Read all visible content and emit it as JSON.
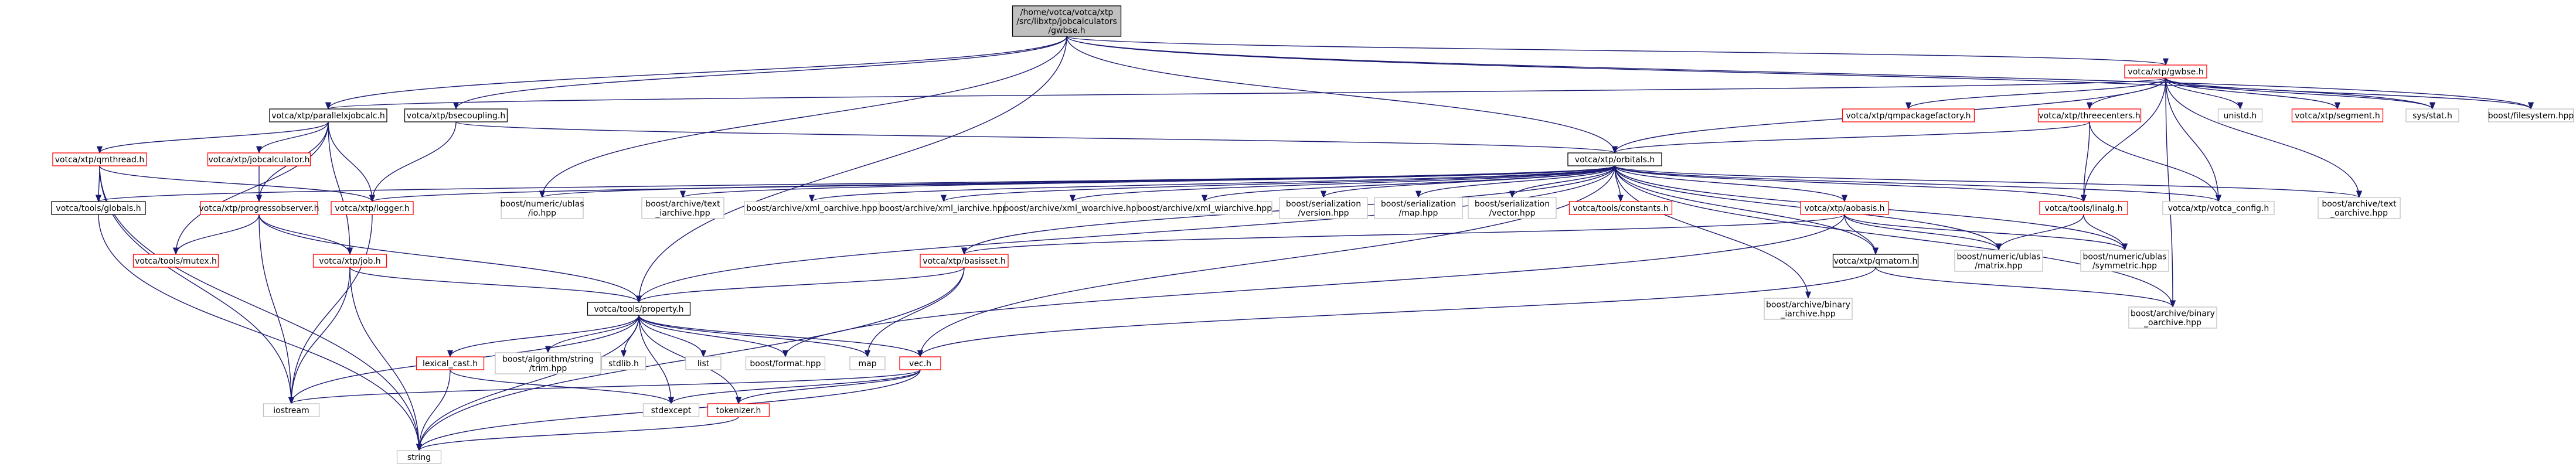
{
  "colors": {
    "edge": "#191970",
    "root_fill": "#bfbfbf",
    "root_border": "#000000",
    "black_border": "#000000",
    "red_border": "#ff0000",
    "grey_border": "#bfbfbf",
    "text": "#000000"
  },
  "nodes": [
    {
      "id": "root",
      "lines": [
        "/home/votca/votca/xtp",
        "/src/libxtp/jobcalculators",
        "/gwbse.h"
      ],
      "style": "root"
    },
    {
      "id": "gwbse_h",
      "lines": [
        "votca/xtp/gwbse.h"
      ],
      "style": "red"
    },
    {
      "id": "parallelxjobcalc",
      "lines": [
        "votca/xtp/parallelxjobcalc.h"
      ],
      "style": "black"
    },
    {
      "id": "bsecoupling",
      "lines": [
        "votca/xtp/bsecoupling.h"
      ],
      "style": "black"
    },
    {
      "id": "qmpackagefactory",
      "lines": [
        "votca/xtp/qmpackagefactory.h"
      ],
      "style": "red"
    },
    {
      "id": "threecenters",
      "lines": [
        "votca/xtp/threecenters.h"
      ],
      "style": "red"
    },
    {
      "id": "unistd",
      "lines": [
        "unistd.h"
      ],
      "style": "grey"
    },
    {
      "id": "segment",
      "lines": [
        "votca/xtp/segment.h"
      ],
      "style": "red"
    },
    {
      "id": "sysstat",
      "lines": [
        "sys/stat.h"
      ],
      "style": "grey"
    },
    {
      "id": "filesystem",
      "lines": [
        "boost/filesystem.hpp"
      ],
      "style": "grey"
    },
    {
      "id": "qmthread",
      "lines": [
        "votca/xtp/qmthread.h"
      ],
      "style": "red"
    },
    {
      "id": "jobcalculator",
      "lines": [
        "votca/xtp/jobcalculator.h"
      ],
      "style": "red"
    },
    {
      "id": "orbitals",
      "lines": [
        "votca/xtp/orbitals.h"
      ],
      "style": "black"
    },
    {
      "id": "globals",
      "lines": [
        "votca/tools/globals.h"
      ],
      "style": "black"
    },
    {
      "id": "progressobserver",
      "lines": [
        "votca/xtp/progressobserver.h"
      ],
      "style": "red"
    },
    {
      "id": "logger",
      "lines": [
        "votca/xtp/logger.h"
      ],
      "style": "red"
    },
    {
      "id": "ublas_io",
      "lines": [
        "boost/numeric/ublas",
        "/io.hpp"
      ],
      "style": "grey"
    },
    {
      "id": "text_iarchive",
      "lines": [
        "boost/archive/text",
        "_iarchive.hpp"
      ],
      "style": "grey"
    },
    {
      "id": "xml_oarchive",
      "lines": [
        "boost/archive/xml_oarchive.hpp"
      ],
      "style": "grey"
    },
    {
      "id": "xml_iarchive",
      "lines": [
        "boost/archive/xml_iarchive.hpp"
      ],
      "style": "grey"
    },
    {
      "id": "xml_woarchive",
      "lines": [
        "boost/archive/xml_woarchive.hpp"
      ],
      "style": "grey"
    },
    {
      "id": "xml_wiarchive",
      "lines": [
        "boost/archive/xml_wiarchive.hpp"
      ],
      "style": "grey"
    },
    {
      "id": "ser_version",
      "lines": [
        "boost/serialization",
        "/version.hpp"
      ],
      "style": "grey"
    },
    {
      "id": "ser_map",
      "lines": [
        "boost/serialization",
        "/map.hpp"
      ],
      "style": "grey"
    },
    {
      "id": "ser_vector",
      "lines": [
        "boost/serialization",
        "/vector.hpp"
      ],
      "style": "grey"
    },
    {
      "id": "constants",
      "lines": [
        "votca/tools/constants.h"
      ],
      "style": "red"
    },
    {
      "id": "aobasis",
      "lines": [
        "votca/xtp/aobasis.h"
      ],
      "style": "red"
    },
    {
      "id": "linalg",
      "lines": [
        "votca/tools/linalg.h"
      ],
      "style": "red"
    },
    {
      "id": "votca_config",
      "lines": [
        "votca/xtp/votca_config.h"
      ],
      "style": "grey"
    },
    {
      "id": "text_oarchive",
      "lines": [
        "boost/archive/text",
        "_oarchive.hpp"
      ],
      "style": "grey"
    },
    {
      "id": "mutex",
      "lines": [
        "votca/tools/mutex.h"
      ],
      "style": "red"
    },
    {
      "id": "qmjob",
      "lines": [
        "votca/xtp/job.h"
      ],
      "style": "red"
    },
    {
      "id": "basisset",
      "lines": [
        "votca/xtp/basisset.h"
      ],
      "style": "red"
    },
    {
      "id": "qmatom",
      "lines": [
        "votca/xtp/qmatom.h"
      ],
      "style": "black"
    },
    {
      "id": "ublas_matrix",
      "lines": [
        "boost/numeric/ublas",
        "/matrix.hpp"
      ],
      "style": "grey"
    },
    {
      "id": "ublas_symmetric",
      "lines": [
        "boost/numeric/ublas",
        "/symmetric.hpp"
      ],
      "style": "grey"
    },
    {
      "id": "property",
      "lines": [
        "votca/tools/property.h"
      ],
      "style": "black"
    },
    {
      "id": "binary_iarchive",
      "lines": [
        "boost/archive/binary",
        "_iarchive.hpp"
      ],
      "style": "grey"
    },
    {
      "id": "binary_oarchive",
      "lines": [
        "boost/archive/binary",
        "_oarchive.hpp"
      ],
      "style": "grey"
    },
    {
      "id": "lexical_cast",
      "lines": [
        "lexical_cast.h"
      ],
      "style": "red"
    },
    {
      "id": "trim",
      "lines": [
        "boost/algorithm/string",
        "/trim.hpp"
      ],
      "style": "grey"
    },
    {
      "id": "stdlib",
      "lines": [
        "stdlib.h"
      ],
      "style": "grey"
    },
    {
      "id": "list",
      "lines": [
        "list"
      ],
      "style": "grey"
    },
    {
      "id": "format",
      "lines": [
        "boost/format.hpp"
      ],
      "style": "grey"
    },
    {
      "id": "map",
      "lines": [
        "map"
      ],
      "style": "grey"
    },
    {
      "id": "vec",
      "lines": [
        "vec.h"
      ],
      "style": "red"
    },
    {
      "id": "iostream",
      "lines": [
        "iostream"
      ],
      "style": "grey"
    },
    {
      "id": "stdexcept",
      "lines": [
        "stdexcept"
      ],
      "style": "grey"
    },
    {
      "id": "tokenizer",
      "lines": [
        "tokenizer.h"
      ],
      "style": "red"
    },
    {
      "id": "string",
      "lines": [
        "string"
      ],
      "style": "grey"
    }
  ],
  "edges": [
    [
      "root",
      "gwbse_h"
    ],
    [
      "root",
      "parallelxjobcalc"
    ],
    [
      "root",
      "bsecoupling"
    ],
    [
      "root",
      "orbitals"
    ],
    [
      "root",
      "property"
    ],
    [
      "root",
      "ublas_io"
    ],
    [
      "root",
      "sysstat"
    ],
    [
      "root",
      "filesystem"
    ],
    [
      "gwbse_h",
      "parallelxjobcalc"
    ],
    [
      "gwbse_h",
      "qmpackagefactory"
    ],
    [
      "gwbse_h",
      "threecenters"
    ],
    [
      "gwbse_h",
      "unistd"
    ],
    [
      "gwbse_h",
      "segment"
    ],
    [
      "gwbse_h",
      "sysstat"
    ],
    [
      "gwbse_h",
      "filesystem"
    ],
    [
      "gwbse_h",
      "orbitals"
    ],
    [
      "gwbse_h",
      "linalg"
    ],
    [
      "gwbse_h",
      "votca_config"
    ],
    [
      "gwbse_h",
      "text_oarchive"
    ],
    [
      "gwbse_h",
      "binary_oarchive"
    ],
    [
      "parallelxjobcalc",
      "qmthread"
    ],
    [
      "parallelxjobcalc",
      "jobcalculator"
    ],
    [
      "parallelxjobcalc",
      "logger"
    ],
    [
      "parallelxjobcalc",
      "progressobserver"
    ],
    [
      "parallelxjobcalc",
      "qmjob"
    ],
    [
      "parallelxjobcalc",
      "mutex"
    ],
    [
      "bsecoupling",
      "orbitals"
    ],
    [
      "bsecoupling",
      "logger"
    ],
    [
      "threecenters",
      "orbitals"
    ],
    [
      "threecenters",
      "linalg"
    ],
    [
      "threecenters",
      "votca_config"
    ],
    [
      "qmthread",
      "globals"
    ],
    [
      "qmthread",
      "logger"
    ],
    [
      "qmthread",
      "iostream"
    ],
    [
      "qmthread",
      "string"
    ],
    [
      "jobcalculator",
      "progressobserver"
    ],
    [
      "progressobserver",
      "mutex"
    ],
    [
      "progressobserver",
      "qmjob"
    ],
    [
      "progressobserver",
      "property"
    ],
    [
      "progressobserver",
      "iostream"
    ],
    [
      "logger",
      "iostream"
    ],
    [
      "globals",
      "string"
    ],
    [
      "orbitals",
      "globals"
    ],
    [
      "orbitals",
      "logger"
    ],
    [
      "orbitals",
      "ublas_io"
    ],
    [
      "orbitals",
      "text_iarchive"
    ],
    [
      "orbitals",
      "xml_oarchive"
    ],
    [
      "orbitals",
      "xml_iarchive"
    ],
    [
      "orbitals",
      "xml_woarchive"
    ],
    [
      "orbitals",
      "xml_wiarchive"
    ],
    [
      "orbitals",
      "ser_version"
    ],
    [
      "orbitals",
      "ser_map"
    ],
    [
      "orbitals",
      "ser_vector"
    ],
    [
      "orbitals",
      "constants"
    ],
    [
      "orbitals",
      "aobasis"
    ],
    [
      "orbitals",
      "linalg"
    ],
    [
      "orbitals",
      "votca_config"
    ],
    [
      "orbitals",
      "text_oarchive"
    ],
    [
      "orbitals",
      "basisset"
    ],
    [
      "orbitals",
      "qmatom"
    ],
    [
      "orbitals",
      "ublas_matrix"
    ],
    [
      "orbitals",
      "ublas_symmetric"
    ],
    [
      "orbitals",
      "property"
    ],
    [
      "orbitals",
      "binary_iarchive"
    ],
    [
      "orbitals",
      "binary_oarchive"
    ],
    [
      "orbitals",
      "vec"
    ],
    [
      "aobasis",
      "basisset"
    ],
    [
      "aobasis",
      "qmatom"
    ],
    [
      "aobasis",
      "ublas_matrix"
    ],
    [
      "aobasis",
      "ublas_symmetric"
    ],
    [
      "aobasis",
      "format"
    ],
    [
      "linalg",
      "ublas_matrix"
    ],
    [
      "linalg",
      "ublas_symmetric"
    ],
    [
      "qmjob",
      "property"
    ],
    [
      "qmjob",
      "iostream"
    ],
    [
      "qmjob",
      "string"
    ],
    [
      "basisset",
      "property"
    ],
    [
      "basisset",
      "map"
    ],
    [
      "basisset",
      "string"
    ],
    [
      "qmatom",
      "vec"
    ],
    [
      "qmatom",
      "binary_oarchive"
    ],
    [
      "property",
      "lexical_cast"
    ],
    [
      "property",
      "trim"
    ],
    [
      "property",
      "stdlib"
    ],
    [
      "property",
      "list"
    ],
    [
      "property",
      "format"
    ],
    [
      "property",
      "map"
    ],
    [
      "property",
      "vec"
    ],
    [
      "property",
      "iostream"
    ],
    [
      "property",
      "stdexcept"
    ],
    [
      "property",
      "tokenizer"
    ],
    [
      "property",
      "string"
    ],
    [
      "lexical_cast",
      "stdexcept"
    ],
    [
      "lexical_cast",
      "string"
    ],
    [
      "vec",
      "iostream"
    ],
    [
      "vec",
      "stdexcept"
    ],
    [
      "vec",
      "tokenizer"
    ],
    [
      "vec",
      "string"
    ],
    [
      "tokenizer",
      "string"
    ]
  ]
}
